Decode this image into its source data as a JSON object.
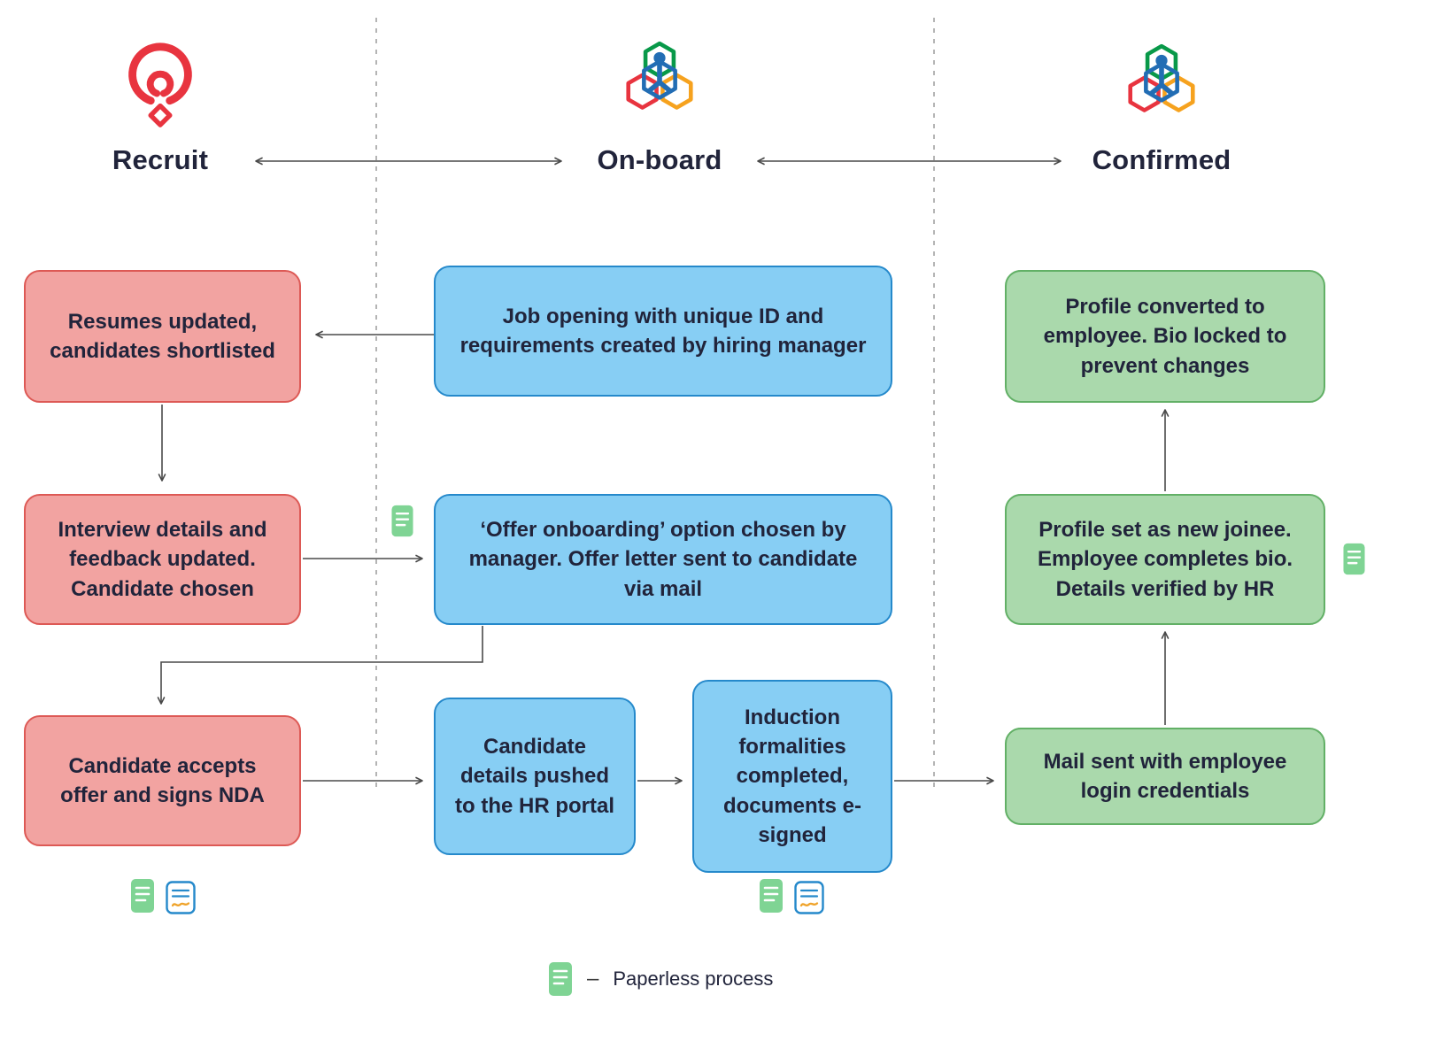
{
  "columns": {
    "recruit": {
      "label": "Recruit"
    },
    "onboard": {
      "label": "On-board"
    },
    "confirmed": {
      "label": "Confirmed"
    }
  },
  "nodes": {
    "resumes": {
      "text": "Resumes updated, candidates shortlisted"
    },
    "interview": {
      "text": "Interview details and feedback updated. Candidate chosen"
    },
    "accept": {
      "text": "Candidate accepts offer and signs NDA"
    },
    "job_opening": {
      "text": "Job opening with unique ID and requirements created by hiring manager"
    },
    "offer_onboarding": {
      "text": "‘Offer onboarding’ option chosen by manager. Offer letter sent to candidate via mail"
    },
    "hr_portal": {
      "text": "Candidate details pushed to the HR portal"
    },
    "induction": {
      "text": "Induction formalities completed, documents e-signed"
    },
    "profile_converted": {
      "text": "Profile converted to employee. Bio locked to prevent changes"
    },
    "new_joinee": {
      "text": "Profile set as new joinee. Employee completes bio. Details verified by HR"
    },
    "credentials": {
      "text": "Mail sent with employee login credentials"
    }
  },
  "legend": {
    "separator": "–",
    "label": "Paperless process"
  },
  "icons": {
    "recruit_logo": "zoho-recruit-logo",
    "people_logo": "zoho-people-logo",
    "paperless": "paperless-document-icon",
    "esign": "e-signed-document-icon"
  },
  "colors": {
    "red-fill": "#F2A3A1",
    "red-border": "#DD5955",
    "blue-fill": "#87CEF4",
    "blue-border": "#2589CB",
    "green-fill": "#AAD9AC",
    "green-border": "#62B066",
    "text-dark": "#21243B",
    "line": "#4A4A4A",
    "dash-line": "#9B9B9B",
    "logo-red": "#E8343F",
    "logo-green": "#089949",
    "logo-blue": "#226DB4",
    "logo-orange": "#F6A21E",
    "doc-green": "#7FD494",
    "sign-orange": "#EFA32A"
  }
}
